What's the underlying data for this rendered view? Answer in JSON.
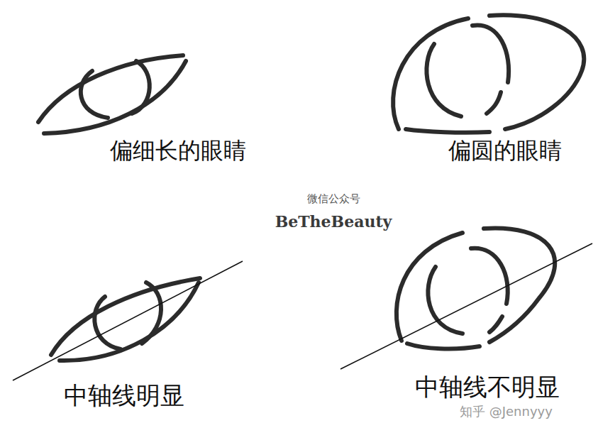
{
  "diagram": {
    "labels": [
      "偏细长的眼睛",
      "偏圆的眼睛",
      "微信公众号",
      "BeTheBeauty",
      "中轴线明显",
      "中轴线不明显",
      "知乎 @Jennyyy"
    ]
  }
}
